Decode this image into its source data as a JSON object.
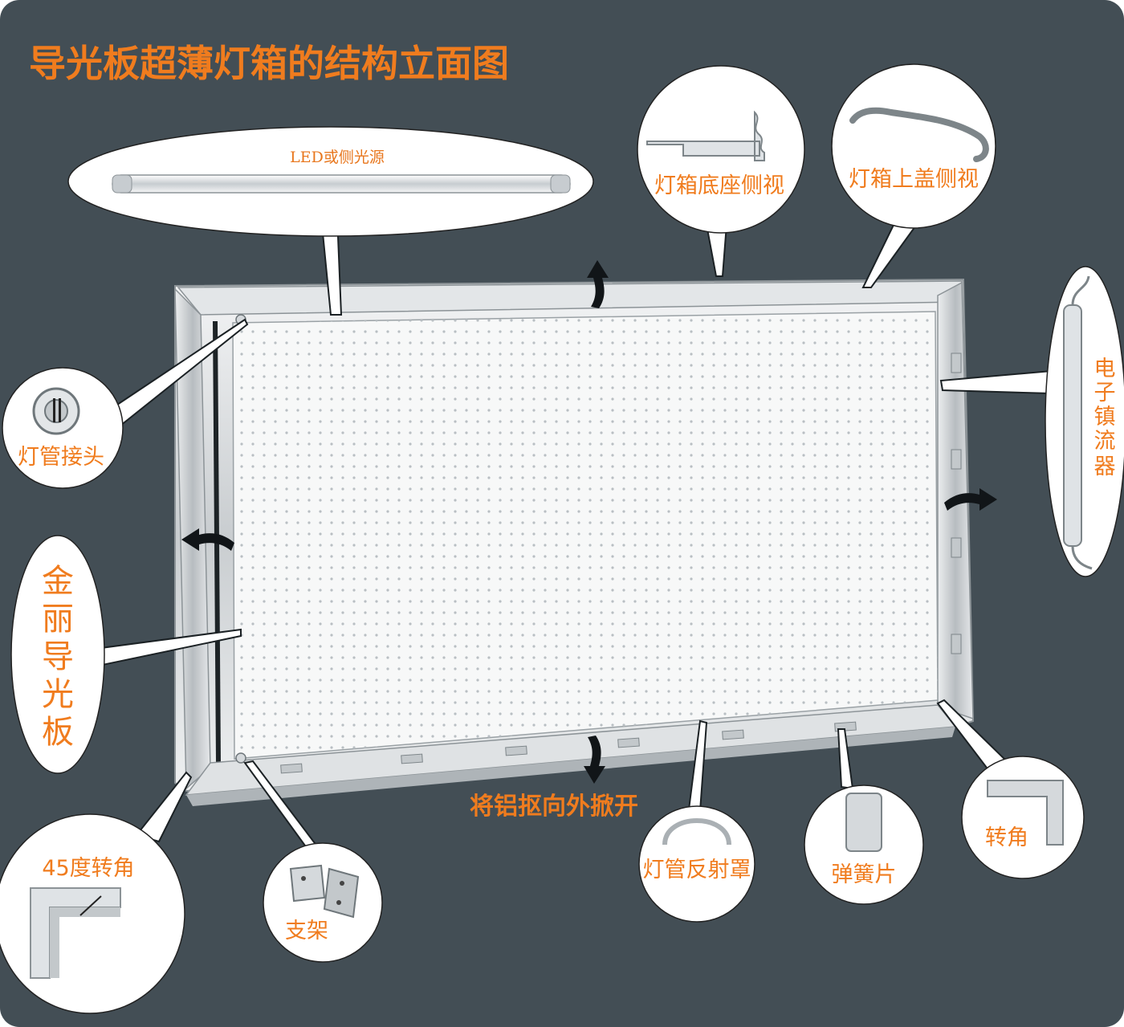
{
  "title": "导光板超薄灯箱的结构立面图",
  "labels": {
    "led_source": "LED或侧光源",
    "base_side_view": "灯箱底座侧视",
    "cover_side_view": "灯箱上盖侧视",
    "tube_connector": "灯管接头",
    "ballast": [
      "电",
      "子",
      "镇",
      "流",
      "器"
    ],
    "light_guide_panel": [
      "金",
      "丽",
      "导",
      "光",
      "板"
    ],
    "corner_45": "45度转角",
    "bracket": "支架",
    "open_instruction": "将铝抠向外掀开",
    "tube_reflector": "灯管反射罩",
    "spring_plate": "弹簧片",
    "corner": "转角"
  },
  "colors": {
    "background": "#434e55",
    "label": "#f07c1e",
    "bubble": "#ffffff",
    "frame": "#d9dcde",
    "panel": "#f7f8f8"
  }
}
